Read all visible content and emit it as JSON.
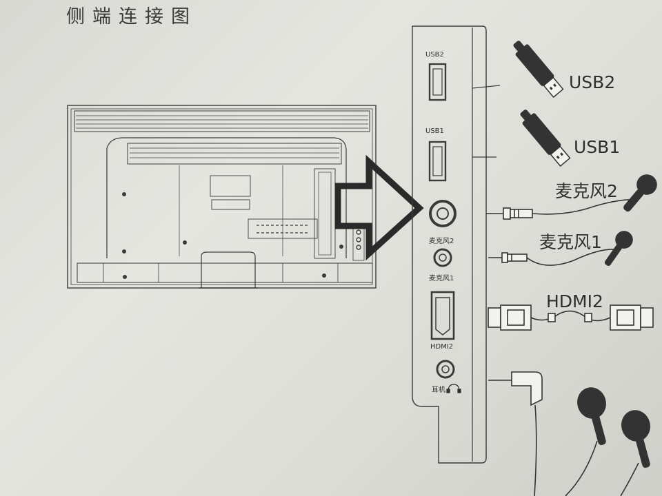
{
  "title": "侧端连接图",
  "panel_labels": {
    "usb2": "USB2",
    "usb1": "USB1",
    "mic2": "麦克风2",
    "mic1": "麦克风1",
    "hdmi2": "HDMI2",
    "earphone": "耳机"
  },
  "device_labels": {
    "usb2": "USB2",
    "usb1": "USB1",
    "mic2": "麦克风2",
    "mic1": "麦克风1",
    "hdmi2": "HDMI2"
  },
  "colors": {
    "ink": "#2e2e2e",
    "paper": "#e2e2dd",
    "device_dark": "#3a3a3a"
  },
  "icons": [
    "usb-drive-icon",
    "microphone-icon",
    "hdmi-cable-icon",
    "earphones-icon",
    "headphone-icon"
  ]
}
